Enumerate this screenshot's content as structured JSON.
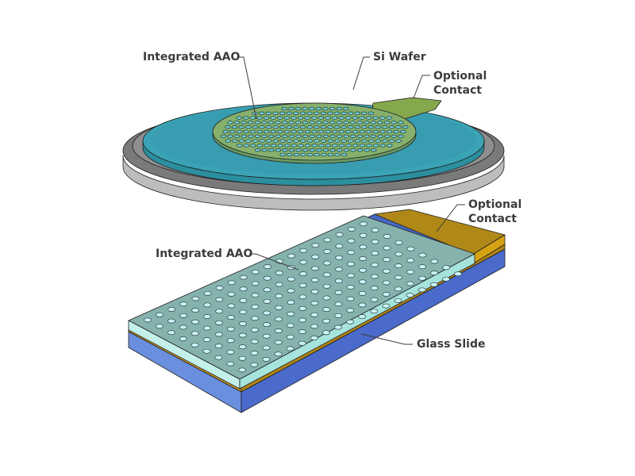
{
  "labels": {
    "wafer_aao": "Integrated AAO",
    "si_wafer": "Si Wafer",
    "wafer_contact_line1": "Optional",
    "wafer_contact_line2": "Contact",
    "slide_contact_line1": "Optional",
    "slide_contact_line2": "Contact",
    "slide_aao": "Integrated AAO",
    "glass_slide": "Glass Slide"
  },
  "colors": {
    "si_wafer_top": "#7c7c7c",
    "si_wafer_side": "#b8b8b8",
    "wafer_film": "#3aa4b6",
    "wafer_aao": "#7fae6c",
    "wafer_contact": "#83a64a",
    "slide_aao_top": "#83b0ad",
    "slide_aao_side": "#b6ece6",
    "slide_contact_top": "#b38a1c",
    "slide_contact_side": "#d59e12",
    "glass_top": "#4a6fc6",
    "glass_side": "#6f94e0",
    "hole": "#c9f3f8"
  }
}
